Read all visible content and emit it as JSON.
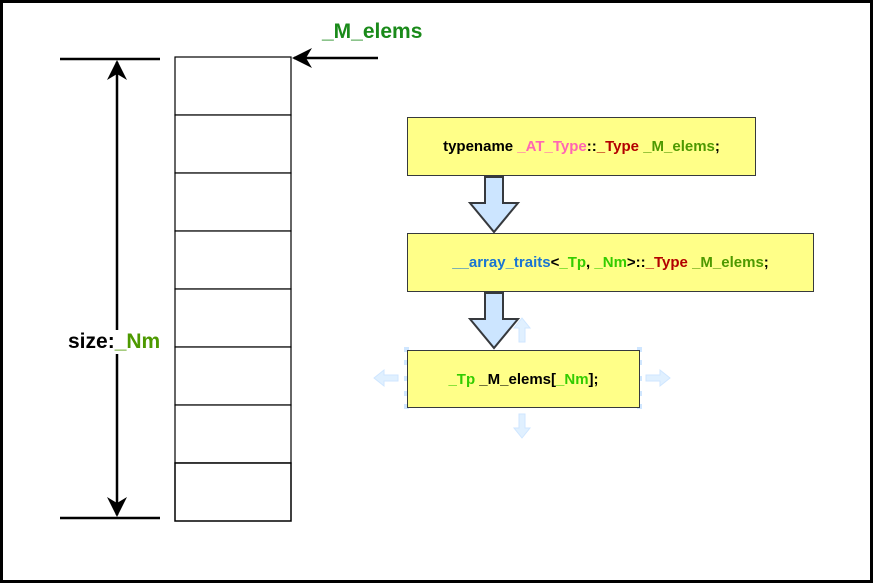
{
  "top_label": {
    "text": "_M_elems",
    "color": "#1a8a1a"
  },
  "size_label": {
    "prefix": "size:",
    "value": "_Nm",
    "value_color": "#4d9900"
  },
  "array_cells": 8,
  "colors": {
    "keyword": "#000000",
    "template_name": "#ff66b3",
    "type_name": "#b30000",
    "identifier": "#4d9900",
    "trait_name": "#1a75d2",
    "param": "#33cc00",
    "box_fill": "#ffff88",
    "flow_arrow_fill": "#cce5ff"
  },
  "boxes": [
    {
      "id": "box-at-type",
      "tokens": [
        {
          "text": "typename ",
          "color": "#000000"
        },
        {
          "text": "_AT_Type",
          "color": "#ff66b3"
        },
        {
          "text": "::",
          "color": "#000000"
        },
        {
          "text": "_Type",
          "color": "#b30000"
        },
        {
          "text": " ",
          "color": "#000000"
        },
        {
          "text": "_M_elems",
          "color": "#4d9900"
        },
        {
          "text": ";",
          "color": "#000000"
        }
      ]
    },
    {
      "id": "box-array-traits",
      "tokens": [
        {
          "text": "__array_traits",
          "color": "#1a75d2"
        },
        {
          "text": "<",
          "color": "#000000"
        },
        {
          "text": "_Tp",
          "color": "#33cc00"
        },
        {
          "text": ", ",
          "color": "#000000"
        },
        {
          "text": "_Nm",
          "color": "#33cc00"
        },
        {
          "text": ">::",
          "color": "#000000"
        },
        {
          "text": "_Type",
          "color": "#b30000"
        },
        {
          "text": " ",
          "color": "#000000"
        },
        {
          "text": "_M_elems",
          "color": "#4d9900"
        },
        {
          "text": ";",
          "color": "#000000"
        }
      ]
    },
    {
      "id": "box-plain-array",
      "tokens": [
        {
          "text": "_Tp",
          "color": "#33cc00"
        },
        {
          "text": " _M_elems[",
          "color": "#000000"
        },
        {
          "text": "_Nm",
          "color": "#33cc00"
        },
        {
          "text": "];",
          "color": "#000000"
        }
      ]
    }
  ]
}
